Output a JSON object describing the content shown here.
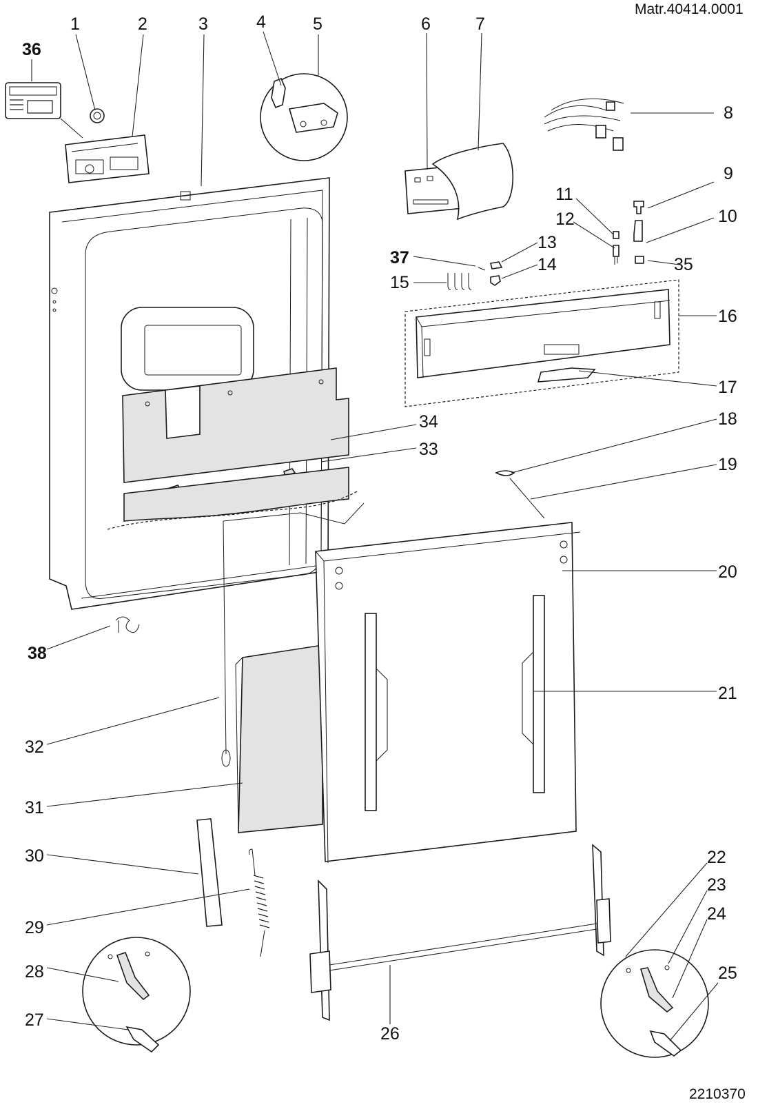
{
  "header": {
    "reference": "Matr.40414.0001"
  },
  "footer": {
    "code": "2210370"
  },
  "callouts": {
    "c1": "1",
    "c2": "2",
    "c3": "3",
    "c4": "4",
    "c5": "5",
    "c6": "6",
    "c7": "7",
    "c8": "8",
    "c9": "9",
    "c10": "10",
    "c11": "11",
    "c12": "12",
    "c13": "13",
    "c14": "14",
    "c15": "15",
    "c16": "16",
    "c17": "17",
    "c18": "18",
    "c19": "19",
    "c20": "20",
    "c21": "21",
    "c22": "22",
    "c23": "23",
    "c24": "24",
    "c25": "25",
    "c26": "26",
    "c27": "27",
    "c28": "28",
    "c29": "29",
    "c30": "30",
    "c31": "31",
    "c32": "32",
    "c33": "33",
    "c34": "34",
    "c35": "35",
    "c36": "36",
    "c37": "37",
    "c38": "38"
  }
}
